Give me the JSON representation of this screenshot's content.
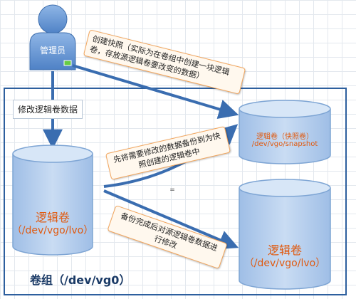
{
  "admin": {
    "label": "管理员"
  },
  "steps": {
    "create_snapshot": "创建快照（实际为在卷组中创建一块逻辑卷，存放源逻辑卷要改变的数据）",
    "modify_data": "修改逻辑卷数据",
    "backup": "先将需要修改的数据备份到为快照创建的逻辑卷中",
    "then_modify": "备份完成后对源逻辑卷数据进行修改"
  },
  "volumes": {
    "source": {
      "name": "逻辑卷",
      "path": "（/dev/vgo/lvo）"
    },
    "snapshot": {
      "name": "逻辑卷（快照卷）",
      "path": "/dev/vgo/snapshot"
    },
    "target": {
      "name": "逻辑卷",
      "path": "（/dev/vgo/lvo）"
    }
  },
  "volume_group": {
    "title": "卷组（/dev/vg0）"
  },
  "marker": "=",
  "colors": {
    "cylinder_fill": "#aac8ec",
    "cylinder_stroke": "#7ea5d4",
    "label_border": "#f2a65e",
    "vg_border": "#2d5f9e",
    "text_orange": "#e05a10"
  }
}
